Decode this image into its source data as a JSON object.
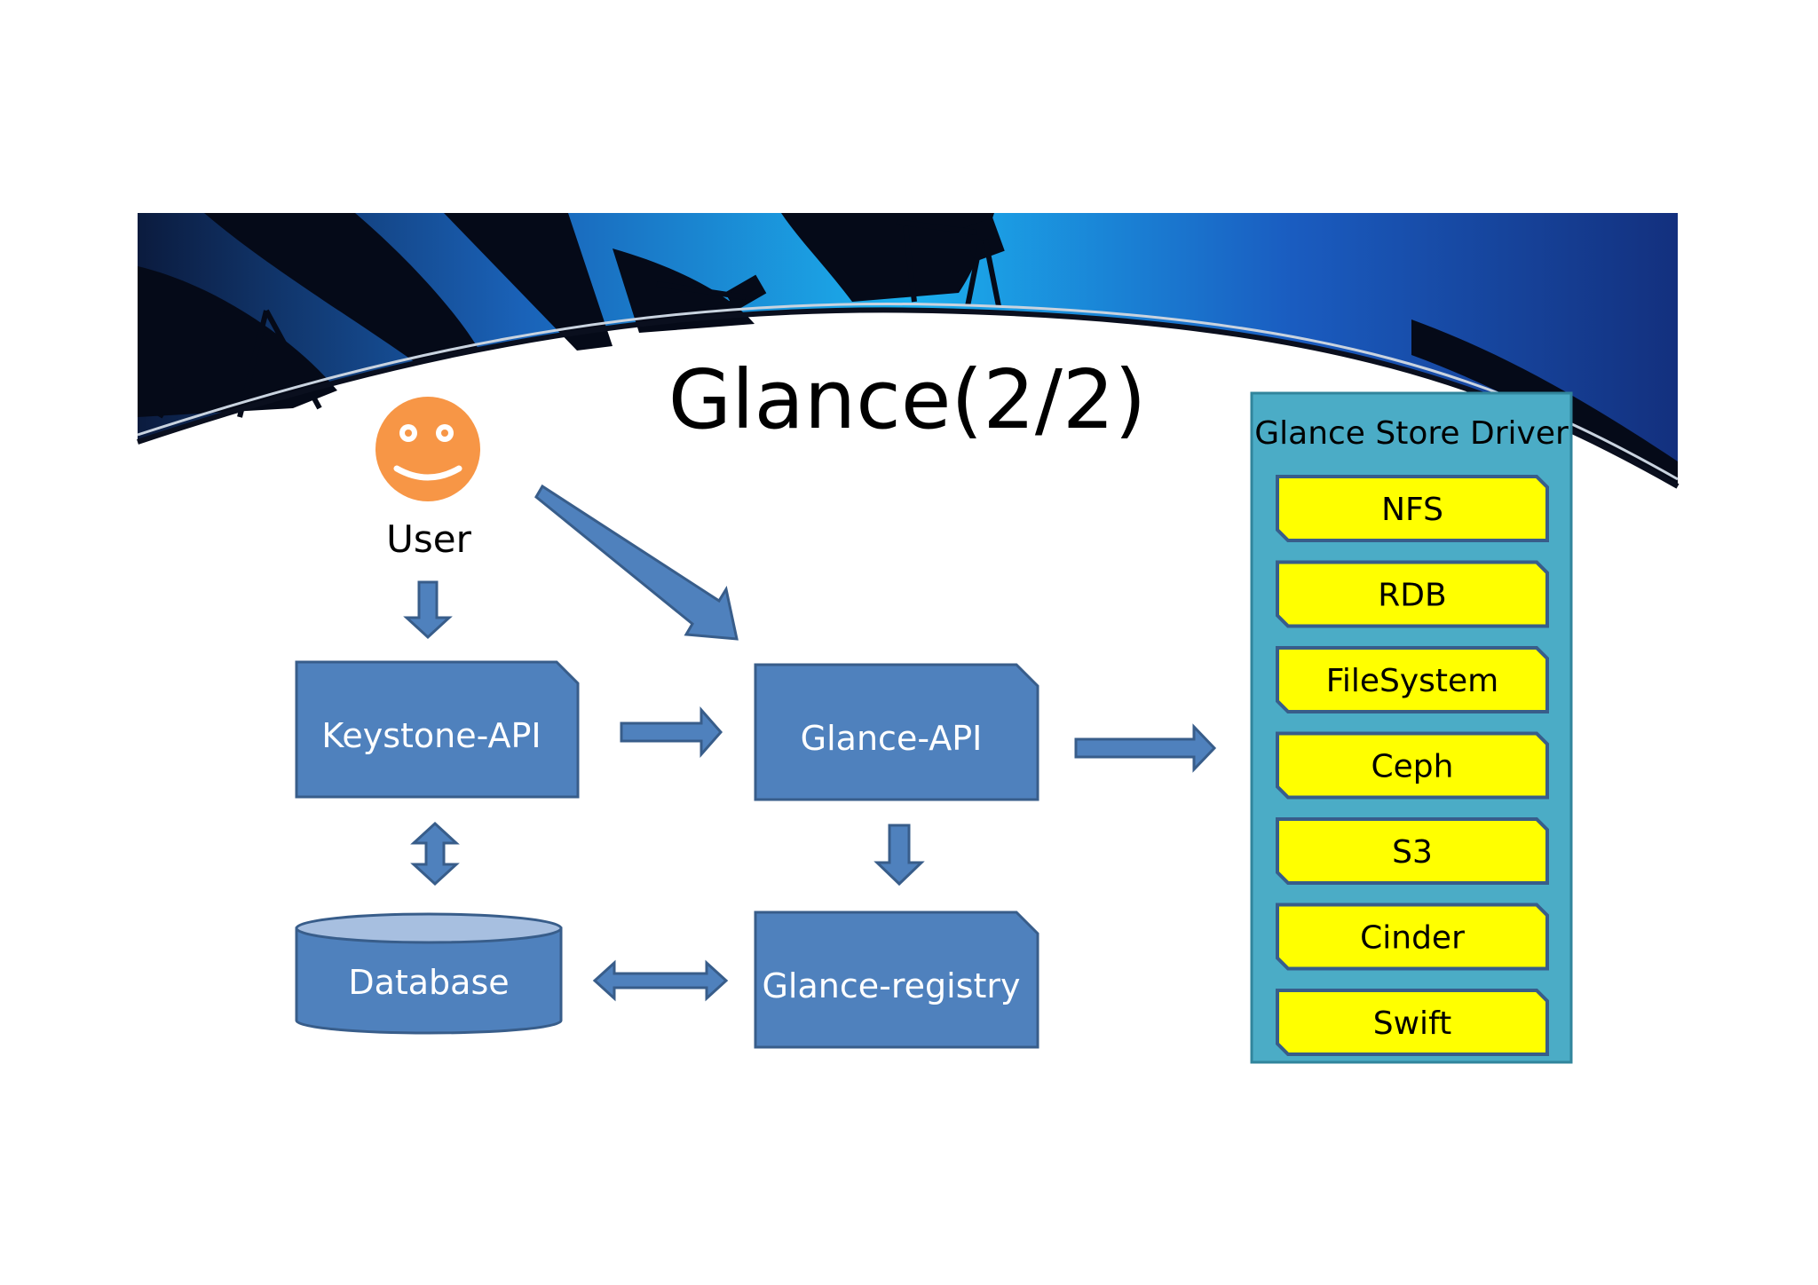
{
  "slide": {
    "title": "Glance(2/2)"
  },
  "user": {
    "label": "User",
    "icon": "smiley-face-icon"
  },
  "nodes": {
    "keystone_api": "Keystone-API",
    "glance_api": "Glance-API",
    "database": "Database",
    "glance_registry": "Glance-registry"
  },
  "store": {
    "title": "Glance Store Driver",
    "drivers": [
      "NFS",
      "RDB",
      "FileSystem",
      "Ceph",
      "S3",
      "Cinder",
      "Swift"
    ]
  },
  "colors": {
    "node_fill": "#4f81bd",
    "node_stroke": "#385d8a",
    "arrow_fill": "#4f81bd",
    "store_fill": "#4bacc6",
    "store_stroke": "#31859c",
    "driver_fill": "#ffff00",
    "driver_stroke": "#385d8a",
    "user_face": "#f79646",
    "banner_dark": "#0a1a3a",
    "banner_light": "#19a6e8"
  }
}
